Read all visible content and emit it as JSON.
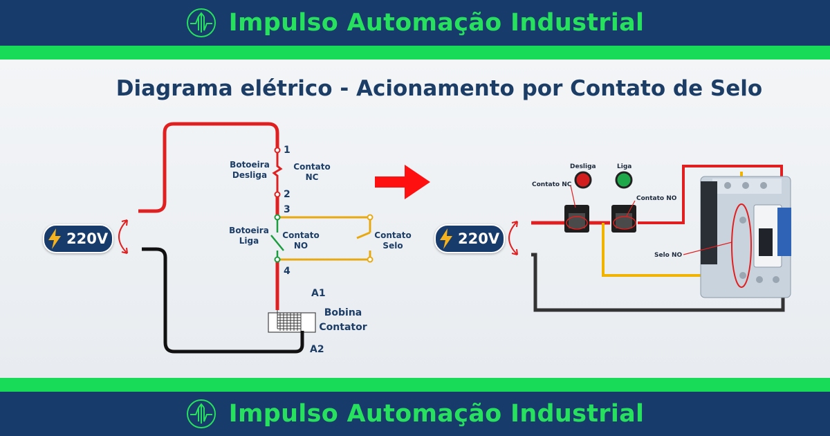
{
  "brand": {
    "name": "Impulso Automação Industrial",
    "color": "#26e05e",
    "banner_color": "#173b6b",
    "stripe_color": "#18db57"
  },
  "title": "Diagrama elétrico - Acionamento por Contato de Selo",
  "schematic": {
    "voltage": "220V",
    "terminals": [
      "1",
      "2",
      "3",
      "4"
    ],
    "nc_button_label": "Botoeira Desliga",
    "nc_contact_label": "Contato NC",
    "no_button_label": "Botoeira Liga",
    "no_contact_label": "Contato NO",
    "seal_contact_label": "Contato Selo",
    "coil_top": "A1",
    "coil_bottom": "A2",
    "coil_label": "Bobina Contator"
  },
  "wiring": {
    "voltage": "220V",
    "off_button": "Desliga",
    "on_button": "Liga",
    "nc_contact": "Contato NC",
    "no_contact": "Contato NO",
    "seal_no": "Selo NO"
  },
  "colors": {
    "phase": "#e02020",
    "neutral": "#111111",
    "control": "#f0b400",
    "arrow": "#ff1010",
    "off_button": "#d21e1e",
    "on_button": "#1fa84a"
  },
  "icons": [
    "circuit-logo-icon",
    "lightning-icon",
    "arrow-right-icon",
    "curved-arrow-icon"
  ]
}
